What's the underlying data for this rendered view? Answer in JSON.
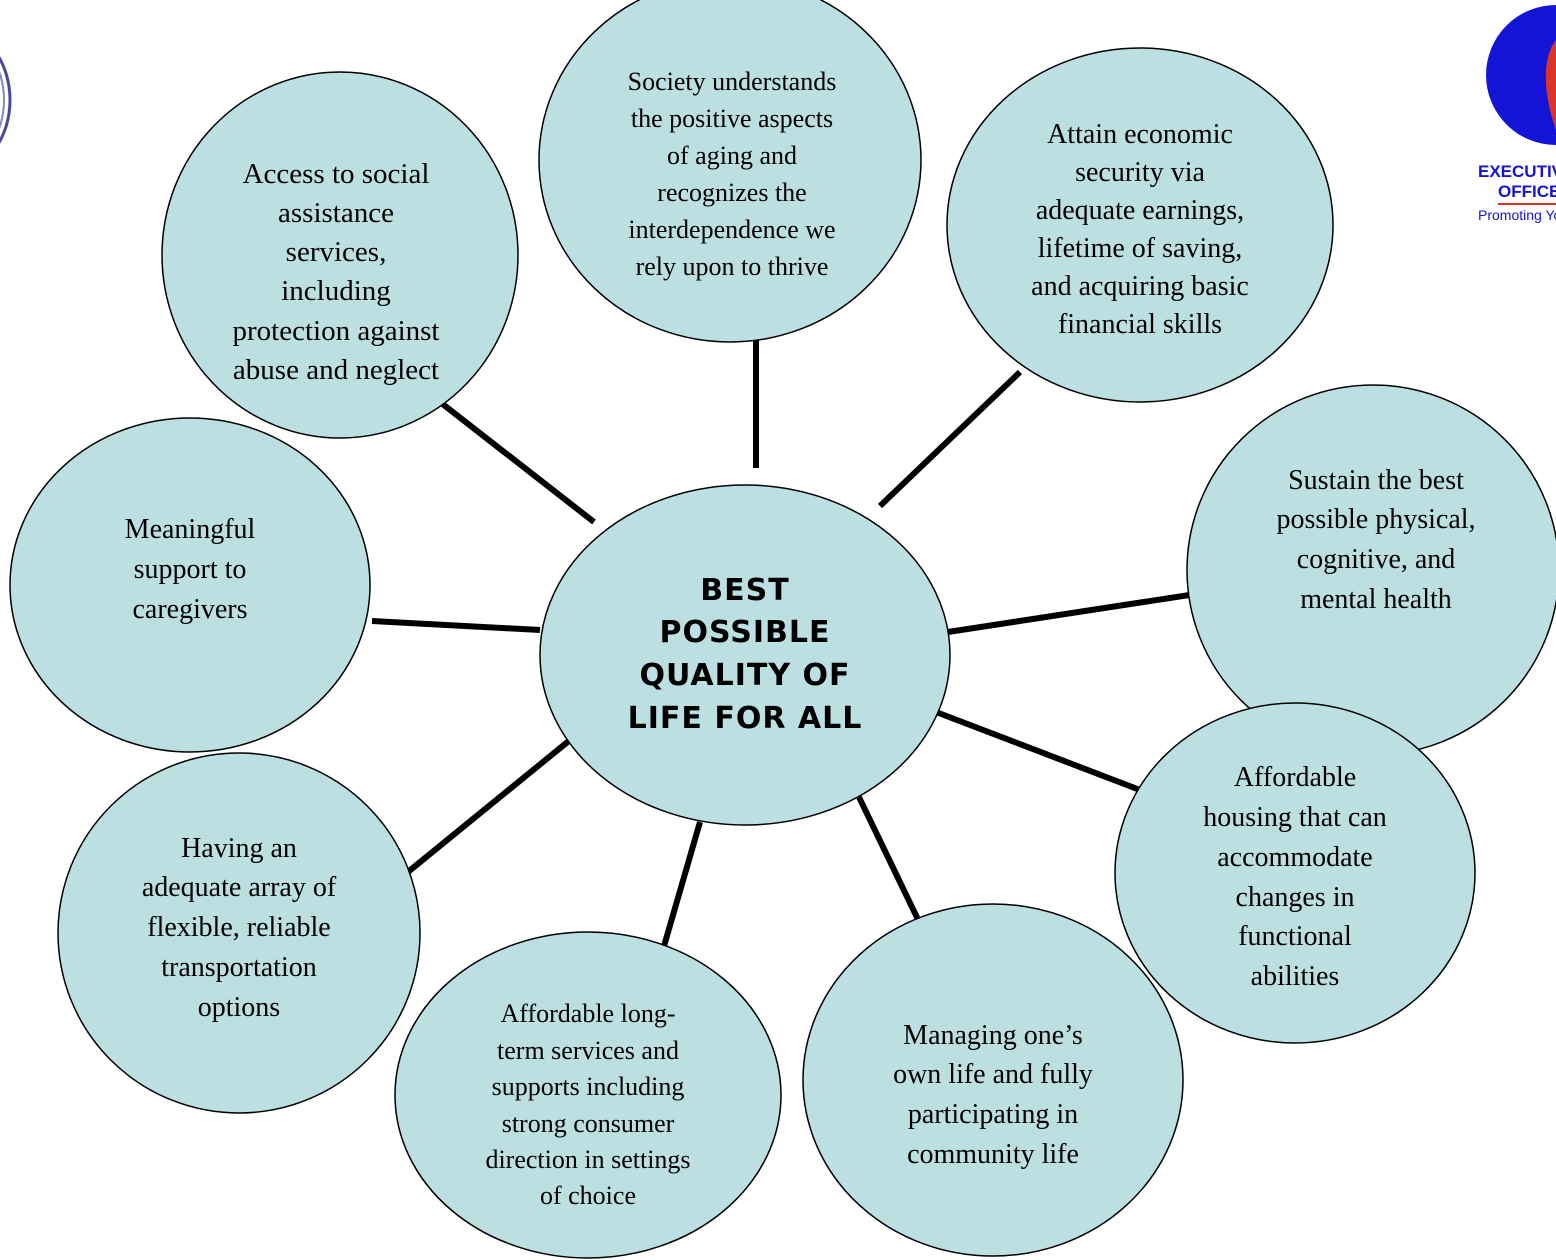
{
  "center": {
    "label": "BEST POSSIBLE QUALITY OF LIFE FOR ALL",
    "lines": [
      "BEST",
      "POSSIBLE",
      "QUALITY OF",
      "LIFE FOR ALL"
    ]
  },
  "nodes": [
    {
      "id": "societal-understanding",
      "lines": [
        "Society understands",
        "the positive aspects",
        "of aging and",
        "recognizes the",
        "interdependence we",
        "rely upon to thrive"
      ]
    },
    {
      "id": "economic-security",
      "lines": [
        "Attain economic",
        "security via",
        "adequate earnings,",
        "lifetime of saving,",
        "and acquiring basic",
        "financial skills"
      ]
    },
    {
      "id": "health",
      "lines": [
        "Sustain the best",
        "possible physical,",
        "cognitive, and",
        "mental health"
      ]
    },
    {
      "id": "housing",
      "lines": [
        "Affordable",
        "housing that can",
        "accommodate",
        "changes in",
        "functional",
        "abilities"
      ]
    },
    {
      "id": "community-life",
      "lines": [
        "Managing one’s",
        "own life and fully",
        "participating in",
        "community life"
      ]
    },
    {
      "id": "long-term-services",
      "lines": [
        "Affordable long-",
        "term services and",
        "supports including",
        "strong consumer",
        "direction in settings",
        "of choice"
      ]
    },
    {
      "id": "transportation",
      "lines": [
        "Having an",
        "adequate array of",
        "flexible, reliable",
        "transportation",
        "options"
      ]
    },
    {
      "id": "caregiver-support",
      "lines": [
        "Meaningful",
        "support to",
        "caregivers"
      ]
    },
    {
      "id": "social-assistance",
      "lines": [
        "Access to social",
        "assistance",
        "services,",
        "including",
        "protection against",
        "abuse and neglect"
      ]
    }
  ],
  "logo": {
    "lines": [
      "EXECUTIVE",
      "OFFICE OF",
      "Promoting Yo"
    ]
  },
  "colors": {
    "bubble_fill": "#bcdfe2",
    "outline": "#000000",
    "connector": "#000000",
    "logo_blue": "#1414d6",
    "logo_red": "#d8342a"
  }
}
